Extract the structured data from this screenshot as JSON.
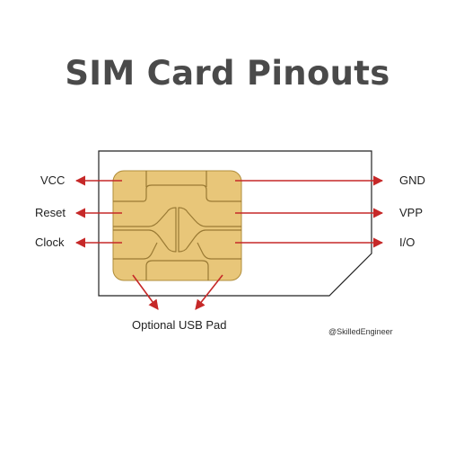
{
  "title": "SIM Card Pinouts",
  "pins_left": [
    "VCC",
    "Reset",
    "Clock"
  ],
  "pins_right": [
    "GND",
    "VPP",
    "I/O"
  ],
  "bottom_label": "Optional USB Pad",
  "credit": "@SkilledEngineer",
  "colors": {
    "title": "#4a4a4a",
    "card_fill": "#ffffff",
    "card_border": "#222222",
    "chip_fill": "#e8c679",
    "chip_line": "#9a7a34",
    "arrow": "#c62828"
  }
}
